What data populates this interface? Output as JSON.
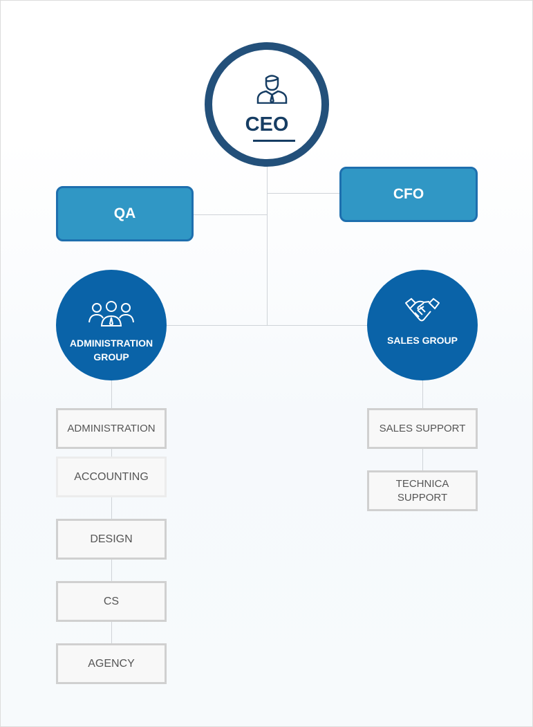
{
  "ceo": {
    "label": "CEO",
    "icon": "businessman-icon"
  },
  "qa": {
    "label": "QA"
  },
  "cfo": {
    "label": "CFO"
  },
  "admin_group": {
    "label_line1": "ADMINISTRATION",
    "label_line2": "GROUP",
    "icon": "team-icon",
    "units": [
      "ADMINISTRATION",
      "ACCOUNTING",
      "DESIGN",
      "CS",
      "AGENCY"
    ]
  },
  "sales_group": {
    "label": "SALES GROUP",
    "icon": "handshake-icon",
    "units": [
      "SALES SUPPORT",
      "TECHNICA",
      "SUPPORT"
    ]
  },
  "colors": {
    "ceo_ring": "#23507a",
    "staff_box": "#3097c5",
    "group_circle": "#0a63a8"
  }
}
